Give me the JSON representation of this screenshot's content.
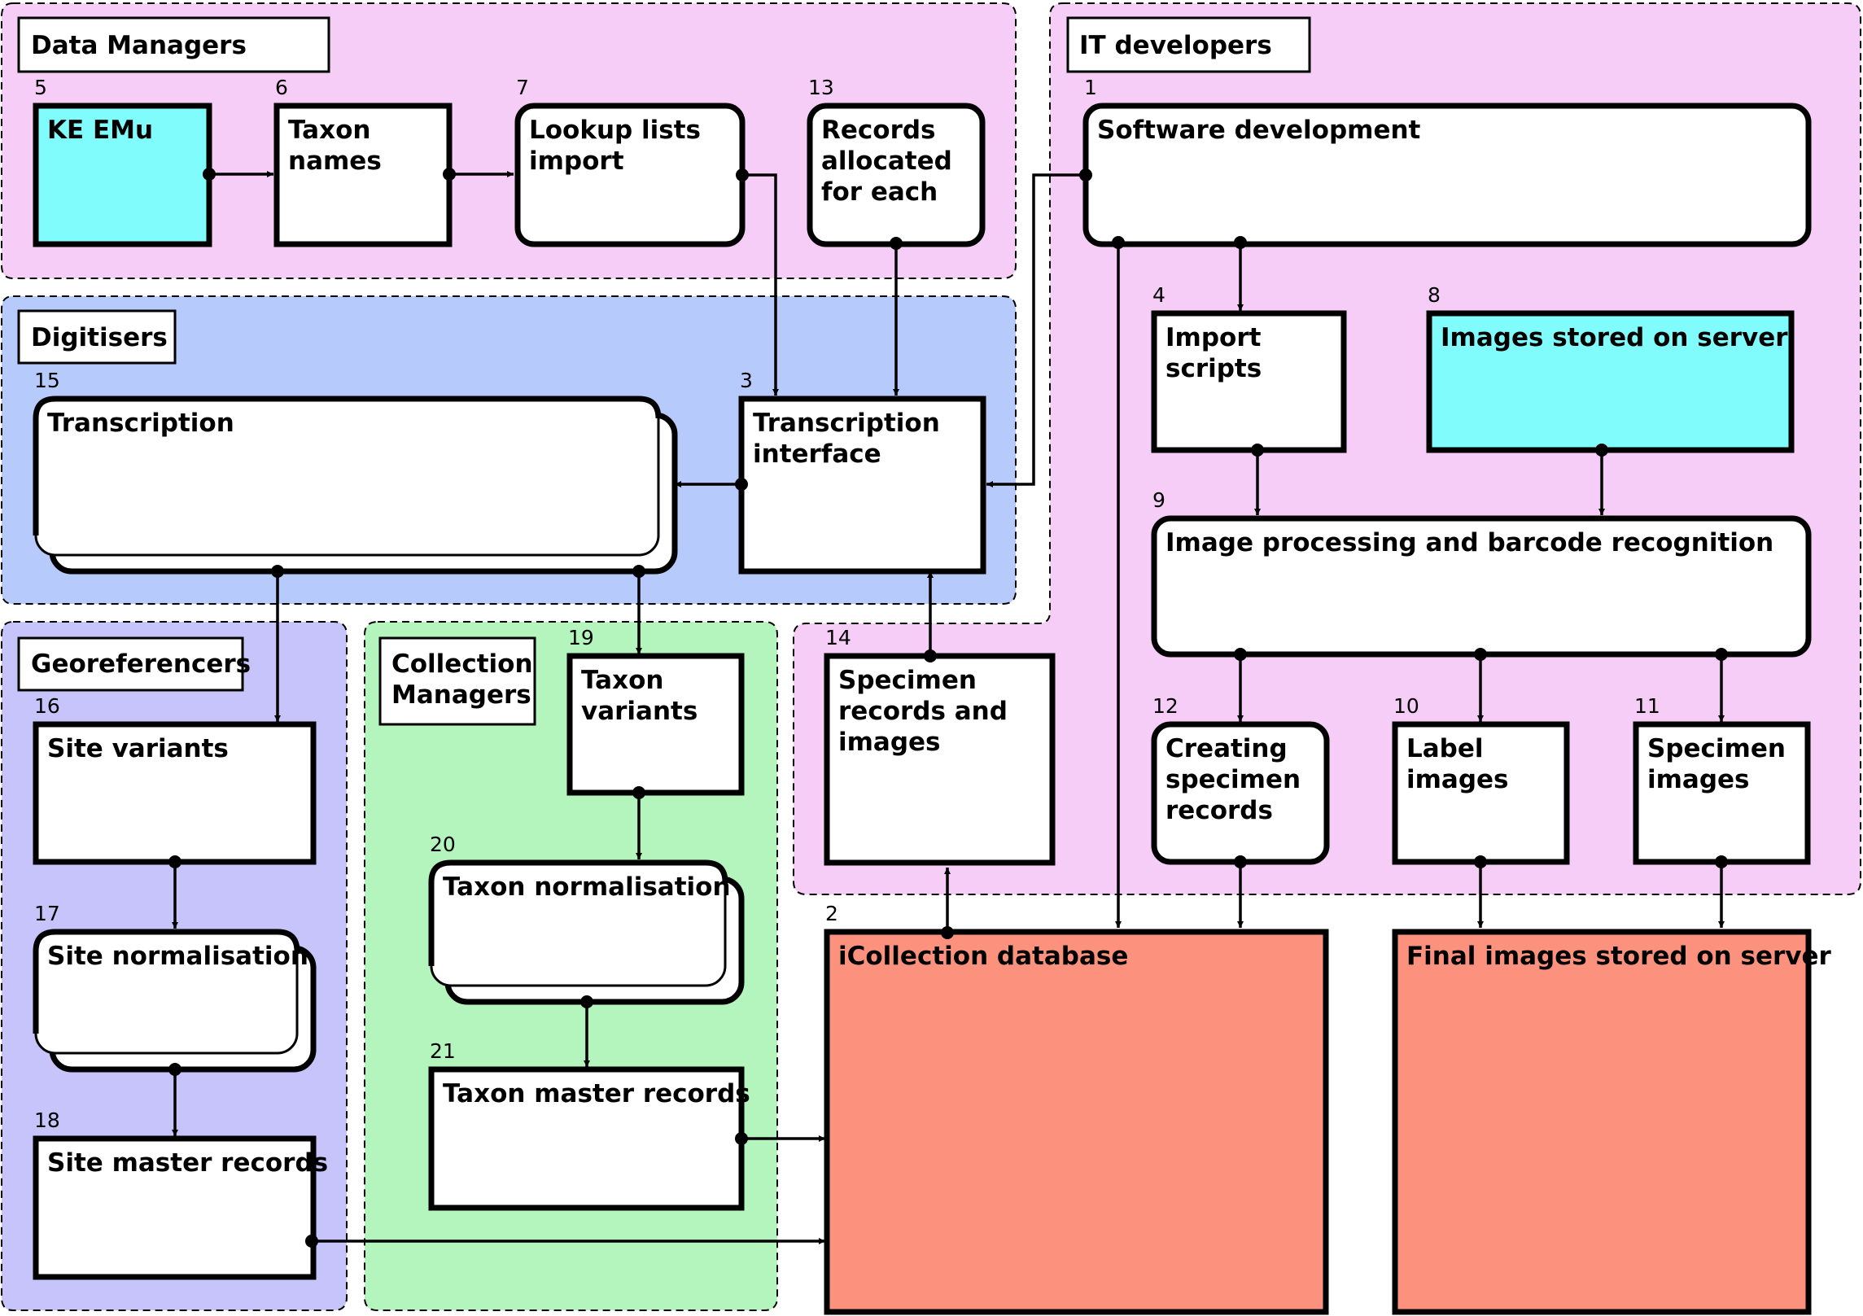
{
  "colors": {
    "managers_lane": "#f6cdf6",
    "it_lane": "#f6cdf6",
    "specimen_lane": "#f6cdf6",
    "digitisers_lane": "#b6cbfb",
    "georef_lane": "#c6c4fb",
    "collection_lane": "#b3f5bc",
    "cyan_node": "#80fcfc",
    "salmon_node": "#fc927e",
    "white_node": "#ffffff"
  },
  "lanes": {
    "data_managers": "Data Managers",
    "it_developers": "IT developers",
    "digitisers": "Digitisers",
    "georeferencers": "Georeferencers",
    "collection_managers_1": "Collection",
    "collection_managers_2": "Managers"
  },
  "nodes": {
    "n1": {
      "num": "1",
      "lines": [
        "Software development"
      ]
    },
    "n2": {
      "num": "2",
      "lines": [
        "iCollection database"
      ]
    },
    "n3": {
      "num": "3",
      "lines": [
        "Transcription",
        "interface"
      ]
    },
    "n4": {
      "num": "4",
      "lines": [
        "Import",
        "scripts"
      ]
    },
    "n5": {
      "num": "5",
      "lines": [
        "KE EMu"
      ]
    },
    "n6": {
      "num": "6",
      "lines": [
        "Taxon",
        "names"
      ]
    },
    "n7": {
      "num": "7",
      "lines": [
        "Lookup lists",
        "import"
      ]
    },
    "n8": {
      "num": "8",
      "lines": [
        "Images stored on server"
      ]
    },
    "n9": {
      "num": "9",
      "lines": [
        "Image processing and barcode recognition"
      ]
    },
    "n10": {
      "num": "10",
      "lines": [
        "Label",
        "images"
      ]
    },
    "n11": {
      "num": "11",
      "lines": [
        "Specimen",
        "images"
      ]
    },
    "n12": {
      "num": "12",
      "lines": [
        "Creating",
        "specimen",
        "records"
      ]
    },
    "n13": {
      "num": "13",
      "lines": [
        "Records",
        "allocated",
        "for each"
      ]
    },
    "n14": {
      "num": "14",
      "lines": [
        "Specimen",
        "records and",
        "images"
      ]
    },
    "n15": {
      "num": "15",
      "lines": [
        "Transcription"
      ]
    },
    "n16": {
      "num": "16",
      "lines": [
        "Site variants"
      ]
    },
    "n17": {
      "num": "17",
      "lines": [
        "Site normalisation"
      ]
    },
    "n18": {
      "num": "18",
      "lines": [
        "Site master records"
      ]
    },
    "n19": {
      "num": "19",
      "lines": [
        "Taxon",
        "variants"
      ]
    },
    "n20": {
      "num": "20",
      "lines": [
        "Taxon normalisation"
      ]
    },
    "n21": {
      "num": "21",
      "lines": [
        "Taxon master records"
      ]
    },
    "fin": {
      "num": "",
      "lines": [
        "Final images stored on server"
      ]
    }
  }
}
